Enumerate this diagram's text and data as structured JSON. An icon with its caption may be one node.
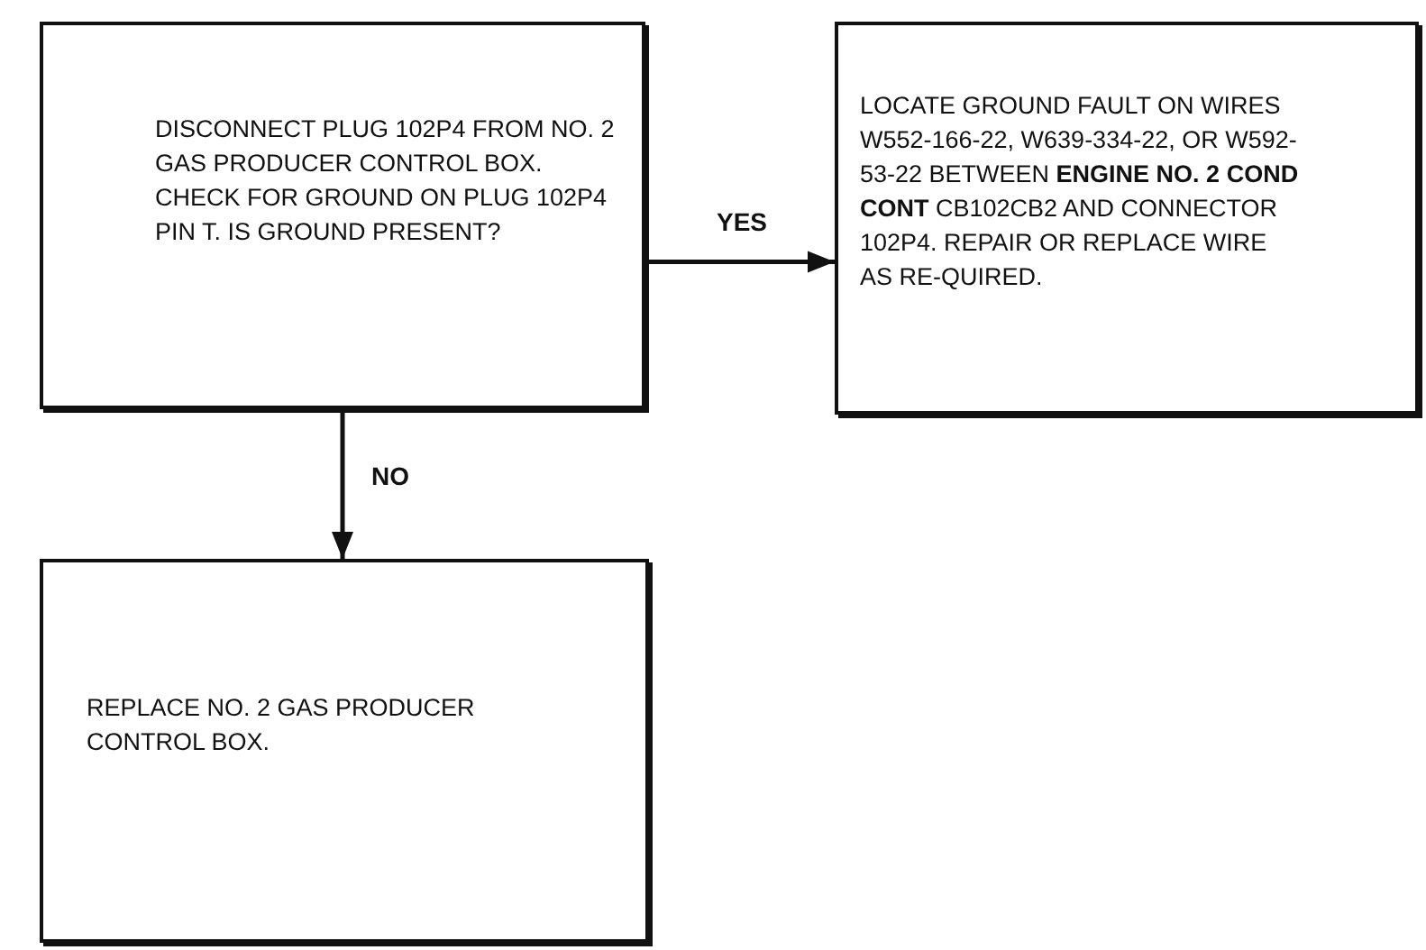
{
  "diagram": {
    "nodes": [
      {
        "text": [
          "DISCONNECT PLUG 102P4 FROM NO. 2 GAS PRODUCER CONTROL BOX. CHECK FOR GROUND ON PLUG 102P4 PIN T. IS GROUND PRESENT?"
        ]
      },
      {
        "text": [
          "LOCATE GROUND FAULT ON WIRES W552-166-22, W639-334-22, OR W592-53-22 BETWEEN **ENGINE NO. 2 COND CONT** CB102CB2 AND CONNECTOR 102P4. REPAIR OR REPLACE WIRE AS RE-QUIRED."
        ]
      },
      {
        "text": [
          "REPLACE NO. 2 GAS PRODUCER CONTROL BOX."
        ]
      }
    ],
    "edges": [
      {
        "from": 0,
        "to": 1,
        "arrow": "to",
        "label": "YES"
      },
      {
        "from": 0,
        "to": 2,
        "arrow": "to",
        "label": "NO"
      }
    ]
  }
}
